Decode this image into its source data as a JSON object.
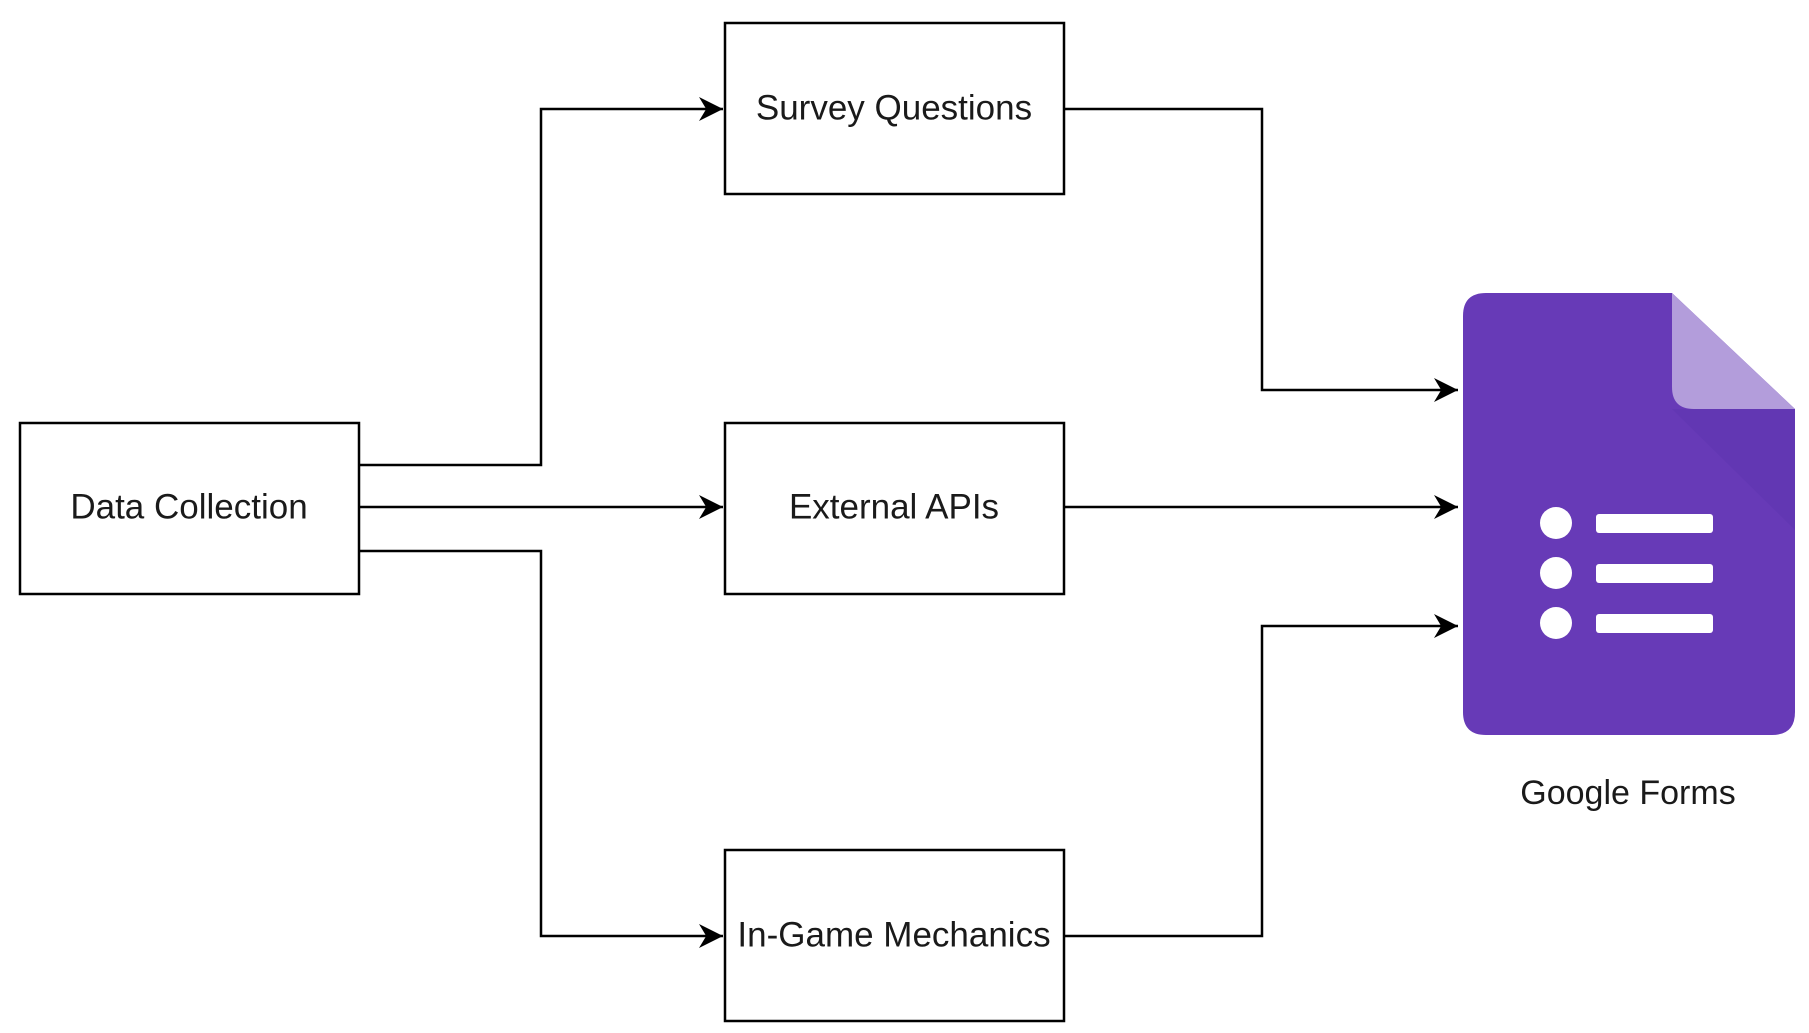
{
  "nodes": {
    "data_collection": "Data Collection",
    "survey_questions": "Survey Questions",
    "external_apis": "External APIs",
    "in_game_mechanics": "In-Game Mechanics"
  },
  "target": {
    "label": "Google Forms",
    "icon": "google-forms-icon",
    "colors": {
      "primary": "#673ab7",
      "fold": "#b39ddb",
      "shadow": "#5e35b1"
    }
  },
  "edges": [
    {
      "from": "Data Collection",
      "to": "Survey Questions"
    },
    {
      "from": "Data Collection",
      "to": "External APIs"
    },
    {
      "from": "Data Collection",
      "to": "In-Game Mechanics"
    },
    {
      "from": "Survey Questions",
      "to": "Google Forms"
    },
    {
      "from": "External APIs",
      "to": "Google Forms"
    },
    {
      "from": "In-Game Mechanics",
      "to": "Google Forms"
    }
  ]
}
